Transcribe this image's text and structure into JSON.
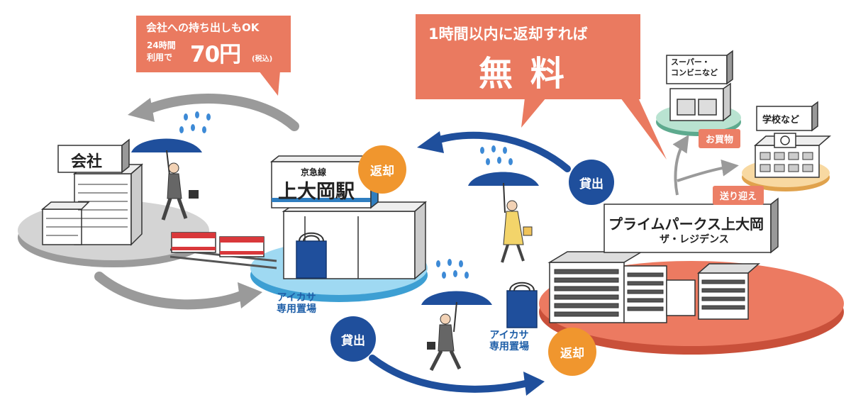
{
  "callout_left": {
    "line1": "会社への持ち出しもOK",
    "hours": "24時間",
    "use": "利用で",
    "price": "70円",
    "tax": "(税込)"
  },
  "callout_center": {
    "line1": "1時間以内に返却すれば",
    "free": "無 料"
  },
  "buildings": {
    "company": "会社",
    "station_line": "京急線",
    "station_name": "上大岡駅",
    "residence_name": "プライムパークス上大岡",
    "residence_sub": "ザ・レジデンス",
    "supermarket": "スーパー・\nコンビニなど",
    "school": "学校など"
  },
  "tags": {
    "shopping": "お買物",
    "pickup": "送り迎え"
  },
  "stands": {
    "station_stand": "アイカサ\n専用置場",
    "residence_stand": "アイカサ\n専用置場"
  },
  "actions": {
    "return_station": "返却",
    "lend_residence": "貸出",
    "lend_station": "貸出",
    "return_residence": "返却"
  },
  "colors": {
    "callout": "#ea7a60",
    "return_circle": "#f0962e",
    "lend_circle": "#1f4f9c",
    "arrow_gray": "#9a9a9a",
    "arrow_blue": "#1f4f9c",
    "platform_blue": "#8fd2ef",
    "platform_red": "#e8715a",
    "platform_gray": "#cfcfcf"
  }
}
